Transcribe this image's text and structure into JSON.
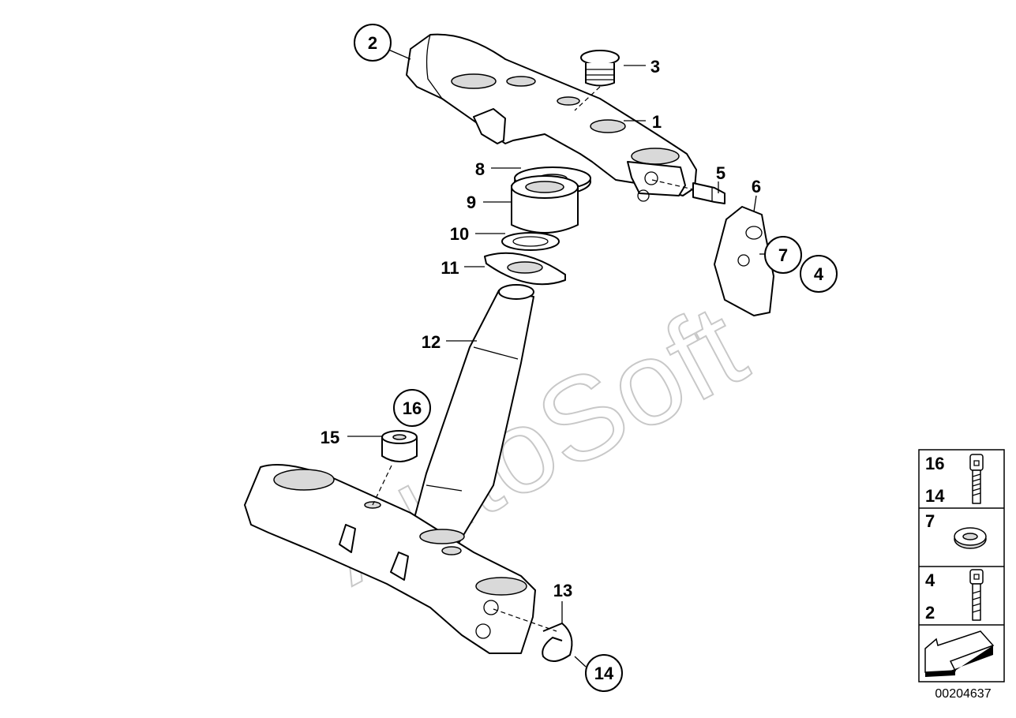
{
  "watermark": "AutoSoft",
  "drawing_number": "00204637",
  "callouts": [
    {
      "id": "c2",
      "text": "2",
      "circled": true
    },
    {
      "id": "c3",
      "text": "3",
      "circled": false
    },
    {
      "id": "c1",
      "text": "1",
      "circled": false
    },
    {
      "id": "c8",
      "text": "8",
      "circled": false
    },
    {
      "id": "c5",
      "text": "5",
      "circled": false
    },
    {
      "id": "c6",
      "text": "6",
      "circled": false
    },
    {
      "id": "c9",
      "text": "9",
      "circled": false
    },
    {
      "id": "c10",
      "text": "10",
      "circled": false
    },
    {
      "id": "c7",
      "text": "7",
      "circled": true
    },
    {
      "id": "c4",
      "text": "4",
      "circled": true
    },
    {
      "id": "c11",
      "text": "11",
      "circled": false
    },
    {
      "id": "c12",
      "text": "12",
      "circled": false
    },
    {
      "id": "c16",
      "text": "16",
      "circled": true
    },
    {
      "id": "c15",
      "text": "15",
      "circled": false
    },
    {
      "id": "c13",
      "text": "13",
      "circled": false
    },
    {
      "id": "c14",
      "text": "14",
      "circled": true
    }
  ],
  "legend": {
    "rows": [
      {
        "top": "16",
        "bottom": "14",
        "icon": "bolt-icon"
      },
      {
        "top": "7",
        "bottom": "",
        "icon": "washer-icon"
      },
      {
        "top": "4",
        "bottom": "2",
        "icon": "bolt-icon"
      }
    ],
    "arrow_icon": "direction-arrow-icon"
  }
}
